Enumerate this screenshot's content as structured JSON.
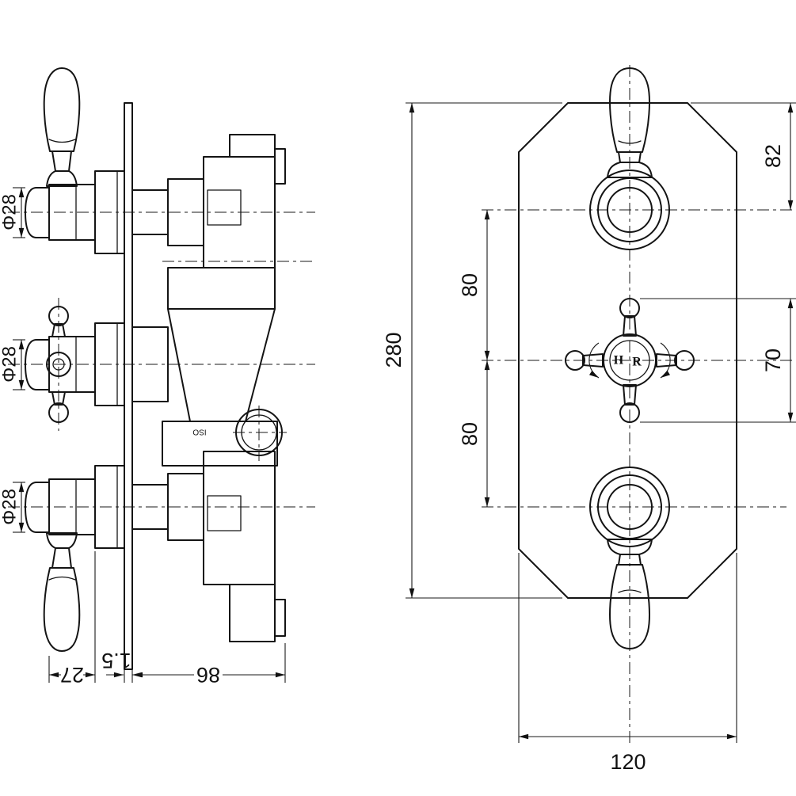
{
  "colors": {
    "line": "#141414",
    "background": "#ffffff"
  },
  "side_view": {
    "dim_phi_top": "Φ28",
    "dim_phi_middle": "Φ28",
    "dim_phi_bottom": "Φ28",
    "dim_handle_depth": "27",
    "dim_plate_thickness": "1.5",
    "dim_body_depth": "86",
    "body_marking": "ISO"
  },
  "front_view": {
    "dim_top_offset": "82",
    "dim_upper_spacing": "80",
    "dim_lower_spacing": "80",
    "dim_overall_height": "280",
    "dim_cross_span": "70",
    "dim_overall_width": "120",
    "hub_letter_left": "H",
    "hub_letter_right": "R"
  }
}
